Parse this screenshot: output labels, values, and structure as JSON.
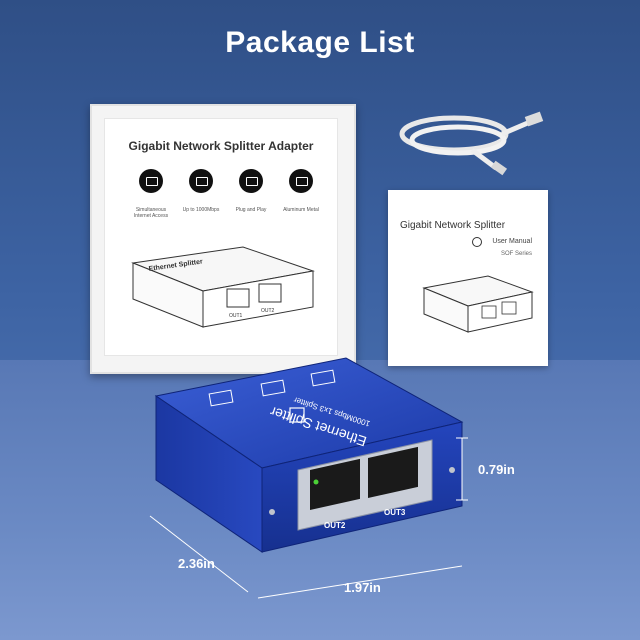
{
  "title": "Package List",
  "box": {
    "title": "Gigabit Network Splitter Adapter",
    "features": [
      {
        "icon": "monitor-icon",
        "label": "Simultaneous Internet Access"
      },
      {
        "icon": "speed-icon",
        "label": "Up to 1000Mbps"
      },
      {
        "icon": "plug-icon",
        "label": "Plug and Play"
      },
      {
        "icon": "cube-icon",
        "label": "Aluminum Metal"
      }
    ],
    "device_label": "Ethernet Splitter",
    "port_labels": [
      "OUT1",
      "OUT2"
    ]
  },
  "manual": {
    "title": "Gigabit Network Splitter",
    "subtitle": "User Manual",
    "series": "SOF Series"
  },
  "device": {
    "label": "Ethernet Splitter",
    "sublabel": "1000Mbps 1x3 Splitter",
    "ports": [
      "OUT2",
      "OUT3"
    ],
    "color": "#1f3fb8"
  },
  "dimensions": {
    "height": "0.79in",
    "depth": "2.36in",
    "width": "1.97in"
  }
}
